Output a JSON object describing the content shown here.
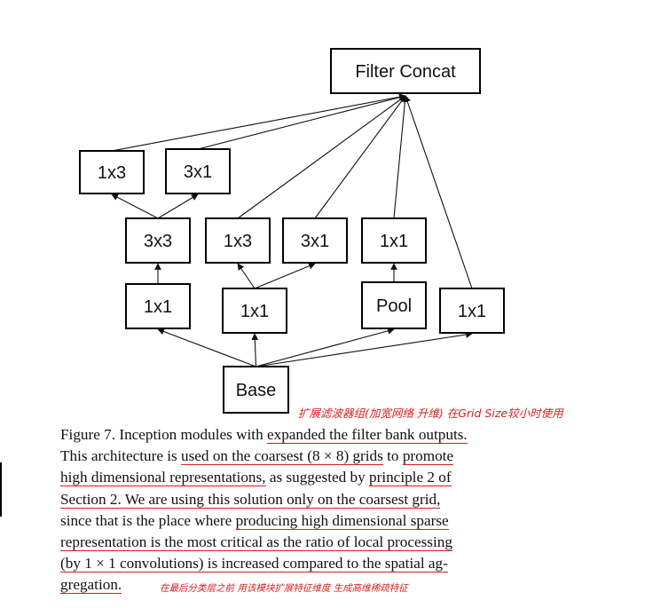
{
  "diagram": {
    "nodes": [
      {
        "id": "concat",
        "label": "Filter Concat"
      },
      {
        "id": "a1x3",
        "label": "1x3"
      },
      {
        "id": "a3x1",
        "label": "3x1"
      },
      {
        "id": "b3x3",
        "label": "3x3"
      },
      {
        "id": "b1x3",
        "label": "1x3"
      },
      {
        "id": "b3x1",
        "label": "3x1"
      },
      {
        "id": "b1x1",
        "label": "1x1"
      },
      {
        "id": "c1x1a",
        "label": "1x1"
      },
      {
        "id": "c1x1b",
        "label": "1x1"
      },
      {
        "id": "pool",
        "label": "Pool"
      },
      {
        "id": "c1x1c",
        "label": "1x1"
      },
      {
        "id": "base",
        "label": "Base"
      }
    ],
    "edges": [
      [
        "base",
        "c1x1a"
      ],
      [
        "base",
        "c1x1b"
      ],
      [
        "base",
        "pool"
      ],
      [
        "base",
        "c1x1c"
      ],
      [
        "c1x1a",
        "b3x3"
      ],
      [
        "c1x1b",
        "b1x3"
      ],
      [
        "c1x1b",
        "b3x1"
      ],
      [
        "pool",
        "b1x1"
      ],
      [
        "b3x3",
        "a1x3"
      ],
      [
        "b3x3",
        "a3x1"
      ],
      [
        "a1x3",
        "concat"
      ],
      [
        "a3x1",
        "concat"
      ],
      [
        "b1x3",
        "concat"
      ],
      [
        "b3x1",
        "concat"
      ],
      [
        "b1x1",
        "concat"
      ],
      [
        "c1x1c",
        "concat"
      ]
    ]
  },
  "caption": {
    "lines": [
      [
        {
          "t": "Figure 7. Inception modules with "
        },
        {
          "t": "expanded the filter bank outputs.",
          "u": true
        }
      ],
      [
        {
          "t": "This architecture is "
        },
        {
          "t": "used on the coarsest (8 × 8) grids",
          "u": true
        },
        {
          "t": " to "
        },
        {
          "t": "promote",
          "u": true
        }
      ],
      [
        {
          "t": "high dimensional representations,",
          "u": true
        },
        {
          "t": " as suggested by "
        },
        {
          "t": "principle 2 of",
          "u": true
        }
      ],
      [
        {
          "t": "Section 2.  We are using this solution only on the coarsest grid,",
          "u": true
        }
      ],
      [
        {
          "t": "since that is the place where "
        },
        {
          "t": "producing high dimensional sparse",
          "u": true
        }
      ],
      [
        {
          "t": "representation is the most critical as the ratio of local processing",
          "u": true
        }
      ],
      [
        {
          "t": "(by 1 × 1 convolutions) is increased compared to the spatial ag-",
          "u": true
        }
      ],
      [
        {
          "t": "gregation.",
          "u": true
        }
      ]
    ]
  },
  "annotations": {
    "note_top": "扩展滤波器组(加宽网络 升维) 在Grid Size较小时使用",
    "note_bottom": "在最后分类层之前  用该模块扩展特征维度 生成高维稀疏特征",
    "ink_color": "#d21f1f"
  }
}
